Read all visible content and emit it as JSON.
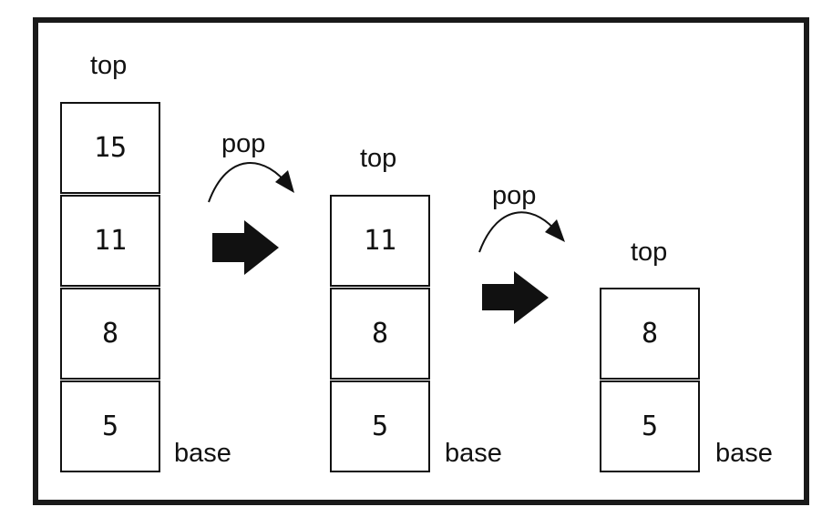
{
  "stages": [
    {
      "top_label": "top",
      "values": [
        "15",
        "11",
        "8",
        "5"
      ],
      "base_label": "base"
    },
    {
      "top_label": "top",
      "values": [
        "11",
        "8",
        "5"
      ],
      "base_label": "base"
    },
    {
      "top_label": "top",
      "values": [
        "8",
        "5"
      ],
      "base_label": "base"
    }
  ],
  "operations": [
    {
      "label": "pop"
    },
    {
      "label": "pop"
    }
  ],
  "colors": {
    "border": "#1a1a1a",
    "ink": "#111111",
    "background": "#ffffff"
  }
}
